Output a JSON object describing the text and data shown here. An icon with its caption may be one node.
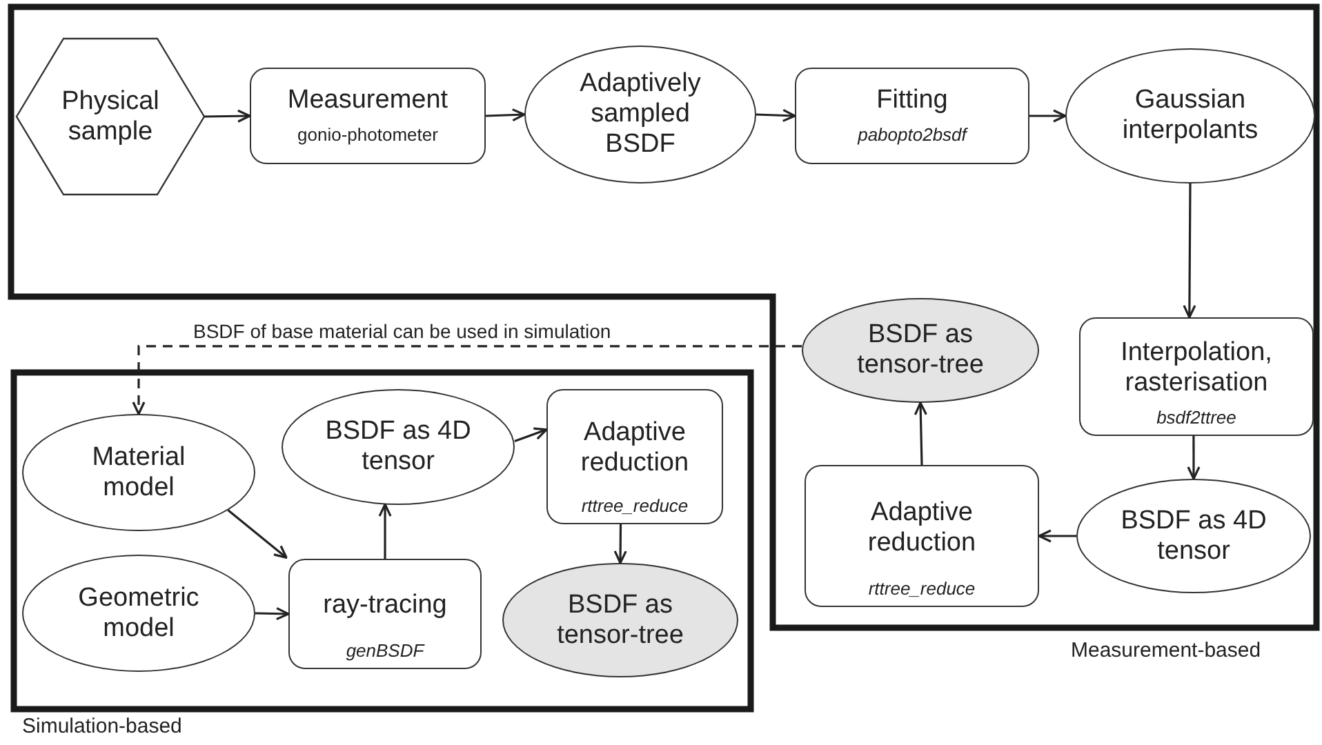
{
  "diagram": {
    "nodes": [
      {
        "text": [
          "Measurement-based"
        ]
      },
      {
        "text": [
          "Physical sample"
        ],
        "in": 0
      },
      {
        "text": [
          "Measurement",
          "gonio-photometer"
        ],
        "in": 0
      },
      {
        "text": [
          "Adaptively sampled BSDF"
        ],
        "in": 0
      },
      {
        "text": [
          "Fitting",
          "pabopto2bsdf"
        ],
        "in": 0
      },
      {
        "text": [
          "Gaussian interpolants"
        ],
        "in": 0
      },
      {
        "text": [
          "Interpolation, rasterisation",
          "bsdf2ttree"
        ],
        "in": 0
      },
      {
        "text": [
          "BSDF as 4D tensor"
        ],
        "in": 0
      },
      {
        "text": [
          "Adaptive reduction",
          "rttree_reduce"
        ],
        "in": 0
      },
      {
        "text": [
          "BSDF as tensor-tree"
        ],
        "in": 0
      },
      {
        "text": [
          "Simulation-based"
        ]
      },
      {
        "text": [
          "Material model"
        ],
        "in": 10
      },
      {
        "text": [
          "Geometric model"
        ],
        "in": 10
      },
      {
        "text": [
          "ray-tracing",
          "genBSDF"
        ],
        "in": 10
      },
      {
        "text": [
          "BSDF as 4D tensor"
        ],
        "in": 10
      },
      {
        "text": [
          "Adaptive reduction",
          "rttree_reduce"
        ],
        "in": 10
      },
      {
        "text": [
          "BSDF as tensor-tree"
        ],
        "in": 10
      }
    ],
    "edges": [
      {
        "from": 1,
        "to": 2,
        "arrow": "to"
      },
      {
        "from": 2,
        "to": 3,
        "arrow": "to"
      },
      {
        "from": 3,
        "to": 4,
        "arrow": "to"
      },
      {
        "from": 4,
        "to": 5,
        "arrow": "to"
      },
      {
        "from": 5,
        "to": 6,
        "arrow": "to"
      },
      {
        "from": 6,
        "to": 7,
        "arrow": "to"
      },
      {
        "from": 7,
        "to": 8,
        "arrow": "to"
      },
      {
        "from": 8,
        "to": 9,
        "arrow": "to"
      },
      {
        "from": 9,
        "to": 11,
        "arrow": "to",
        "style": "dashed",
        "label": "BSDF of base material can be used in simulation"
      },
      {
        "from": 11,
        "to": 13,
        "arrow": "to"
      },
      {
        "from": 12,
        "to": 13,
        "arrow": "to"
      },
      {
        "from": 13,
        "to": 14,
        "arrow": "to"
      },
      {
        "from": 14,
        "to": 15,
        "arrow": "to"
      },
      {
        "from": 15,
        "to": 16,
        "arrow": "to"
      }
    ]
  }
}
